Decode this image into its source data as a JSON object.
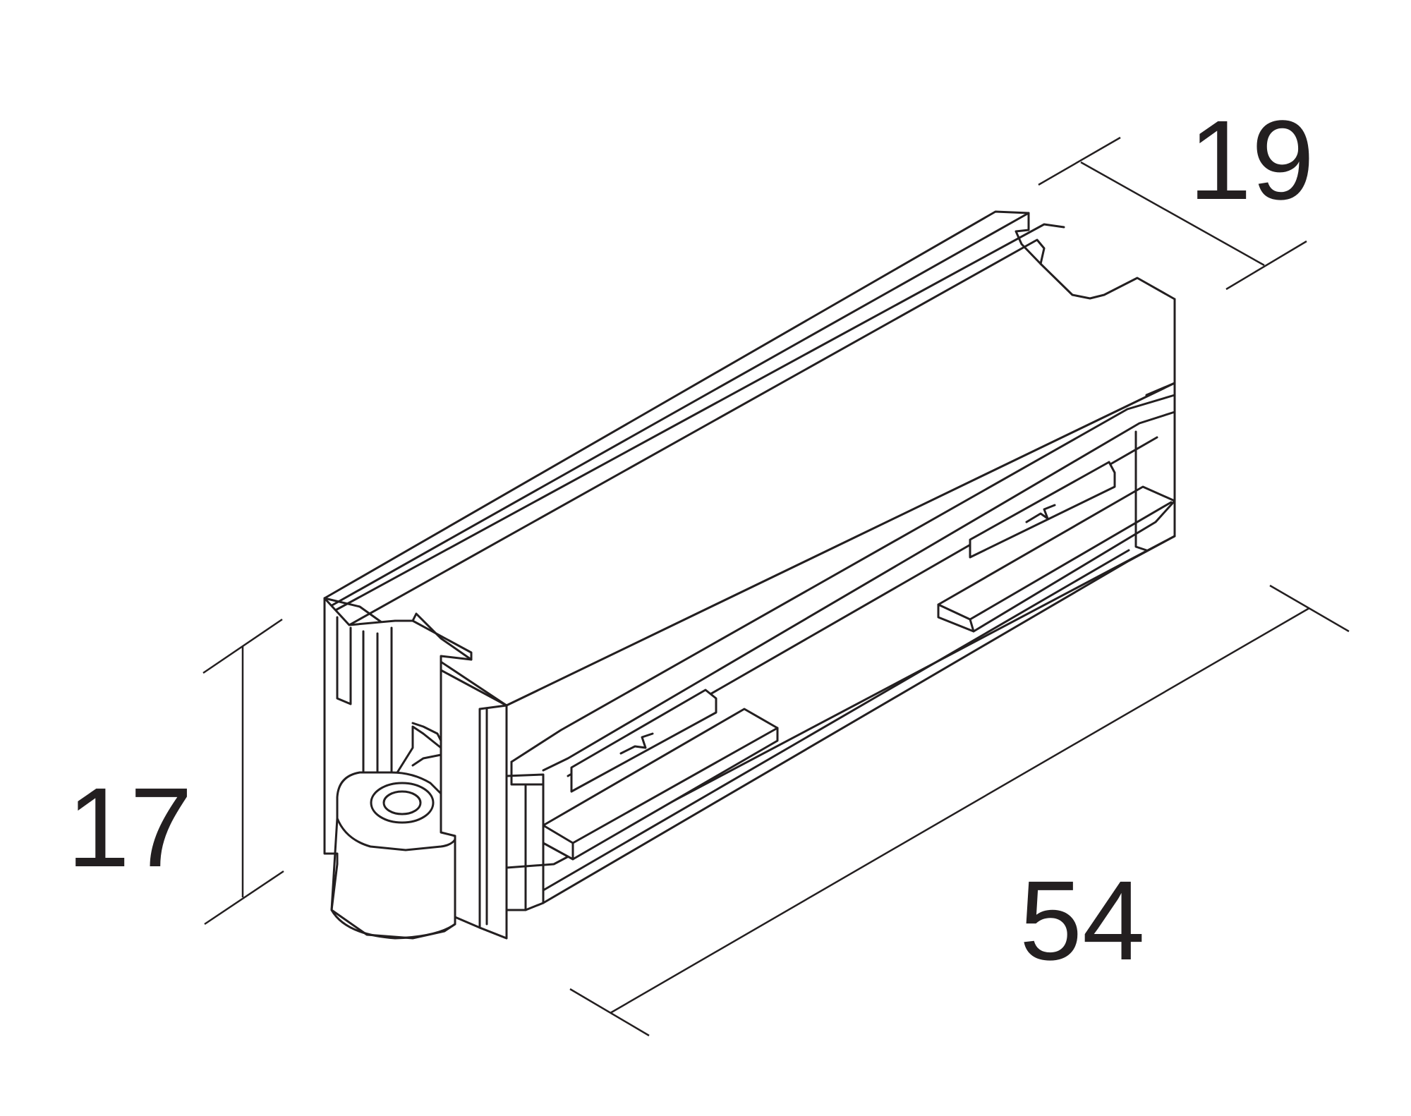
{
  "colors": {
    "ink": "#231f20",
    "background": "#ffffff"
  },
  "dimensions": {
    "width": "19",
    "height": "17",
    "length": "54"
  }
}
